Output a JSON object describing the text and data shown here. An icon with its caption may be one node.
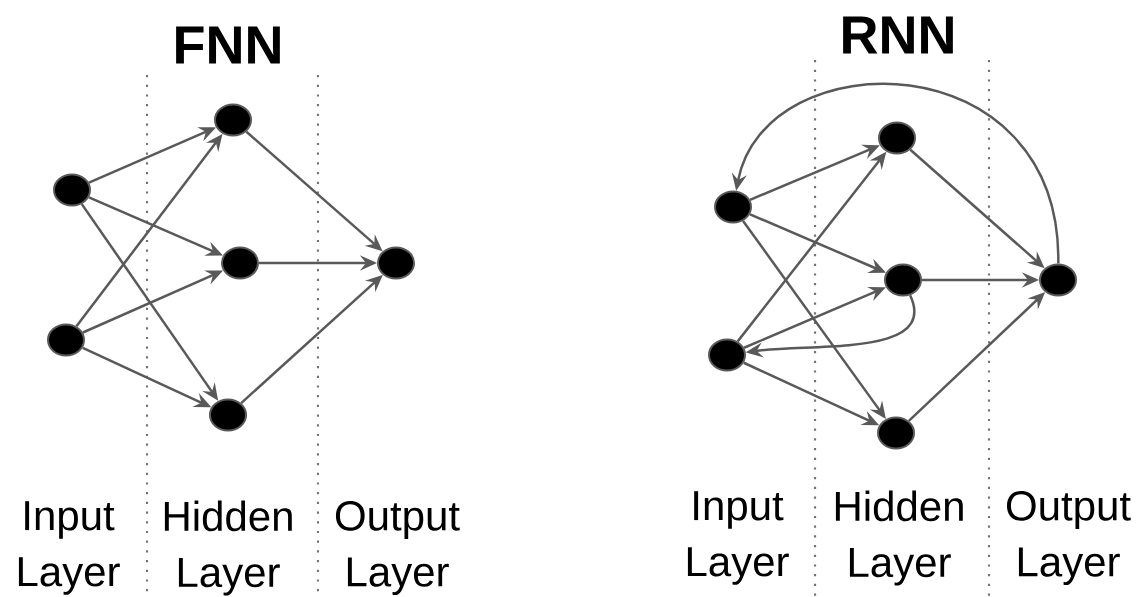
{
  "diagram": {
    "nodes": [
      {
        "text": [],
        "shape": "circle"
      },
      {
        "text": [],
        "shape": "circle"
      },
      {
        "text": [],
        "shape": "circle"
      },
      {
        "text": [],
        "shape": "circle"
      },
      {
        "text": [],
        "shape": "circle"
      },
      {
        "text": [],
        "shape": "circle"
      },
      {
        "text": [],
        "shape": "circle"
      },
      {
        "text": [],
        "shape": "circle"
      },
      {
        "text": [],
        "shape": "circle"
      },
      {
        "text": [],
        "shape": "circle"
      },
      {
        "text": [],
        "shape": "circle"
      },
      {
        "text": [],
        "shape": "circle"
      }
    ],
    "edges": [
      {
        "from": 0,
        "to": 2,
        "arrow": "to"
      },
      {
        "from": 0,
        "to": 3,
        "arrow": "to"
      },
      {
        "from": 0,
        "to": 4,
        "arrow": "to"
      },
      {
        "from": 1,
        "to": 2,
        "arrow": "to"
      },
      {
        "from": 1,
        "to": 3,
        "arrow": "to"
      },
      {
        "from": 1,
        "to": 4,
        "arrow": "to"
      },
      {
        "from": 2,
        "to": 5,
        "arrow": "to"
      },
      {
        "from": 3,
        "to": 5,
        "arrow": "to"
      },
      {
        "from": 4,
        "to": 5,
        "arrow": "to"
      },
      {
        "from": 6,
        "to": 8,
        "arrow": "to"
      },
      {
        "from": 6,
        "to": 9,
        "arrow": "to"
      },
      {
        "from": 6,
        "to": 10,
        "arrow": "to"
      },
      {
        "from": 7,
        "to": 8,
        "arrow": "to"
      },
      {
        "from": 7,
        "to": 9,
        "arrow": "to"
      },
      {
        "from": 7,
        "to": 10,
        "arrow": "to"
      },
      {
        "from": 8,
        "to": 11,
        "arrow": "to"
      },
      {
        "from": 9,
        "to": 11,
        "arrow": "to"
      },
      {
        "from": 10,
        "to": 11,
        "arrow": "to"
      },
      {
        "from": 11,
        "to": 6,
        "arrow": "to"
      },
      {
        "from": 9,
        "to": 7,
        "arrow": "to"
      }
    ],
    "labels": [
      "FNN",
      "RNN",
      "Input Layer",
      "Hidden Layer",
      "Output Layer",
      "Input Layer",
      "Hidden Layer",
      "Output Layer"
    ]
  }
}
